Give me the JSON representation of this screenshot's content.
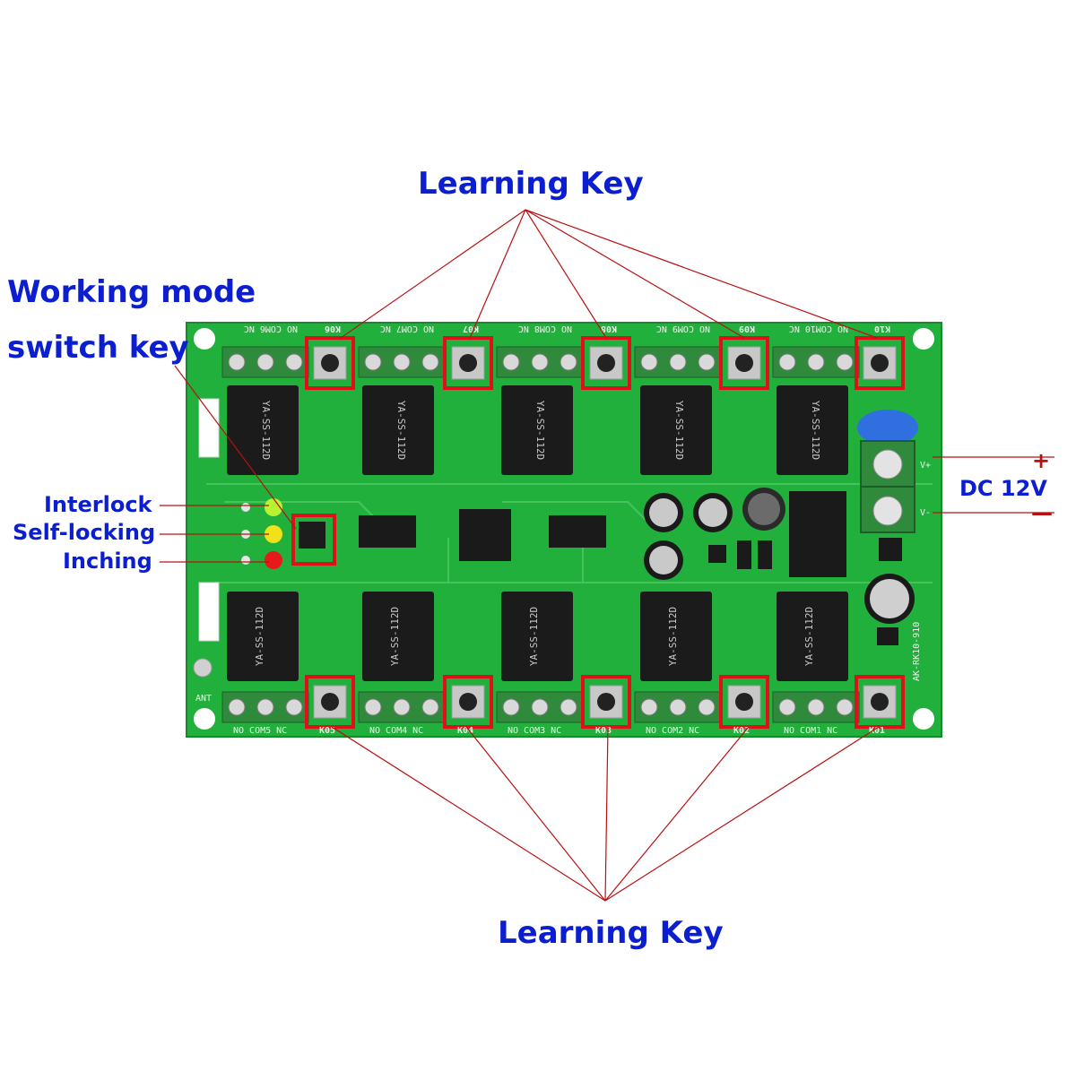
{
  "annotations": {
    "learning_key_top": "Learning Key",
    "learning_key_bottom": "Learning Key",
    "working_mode_line1": "Working mode",
    "working_mode_line2": "switch key",
    "interlock": "Interlock",
    "self_locking": "Self-locking",
    "inching": "Inching",
    "dc_label": "DC 12V",
    "plus_sign": "+",
    "minus_sign": "—"
  },
  "board": {
    "top_keys": [
      "K06",
      "K07",
      "K08",
      "K09",
      "K10"
    ],
    "bottom_keys": [
      "K05",
      "K04",
      "K03",
      "K02",
      "K01"
    ],
    "top_terminals": [
      "NO COM6 NC",
      "NO COM7 NC",
      "NO COM8 NC",
      "NO COM9 NC",
      "NO COM10 NC"
    ],
    "bottom_terminals": [
      "NO COM5 NC",
      "NO COM4 NC",
      "NO COM3 NC",
      "NO COM2 NC",
      "NO COM1 NC"
    ],
    "relay_model": "YA-SS-112D",
    "antenna_label": "ANT",
    "power_labels": [
      "V+",
      "V-"
    ],
    "board_marking": "AK-RK10-910"
  },
  "colors": {
    "annotation_text": "#0b1fd0",
    "highlight_box": "#e0101a",
    "pointer_line": "#b81010",
    "pcb_green": "#1fae3a",
    "relay_black": "#1b1b1b",
    "terminal_green": "#2f8a3c"
  },
  "leds": [
    "green",
    "yellow",
    "red"
  ]
}
